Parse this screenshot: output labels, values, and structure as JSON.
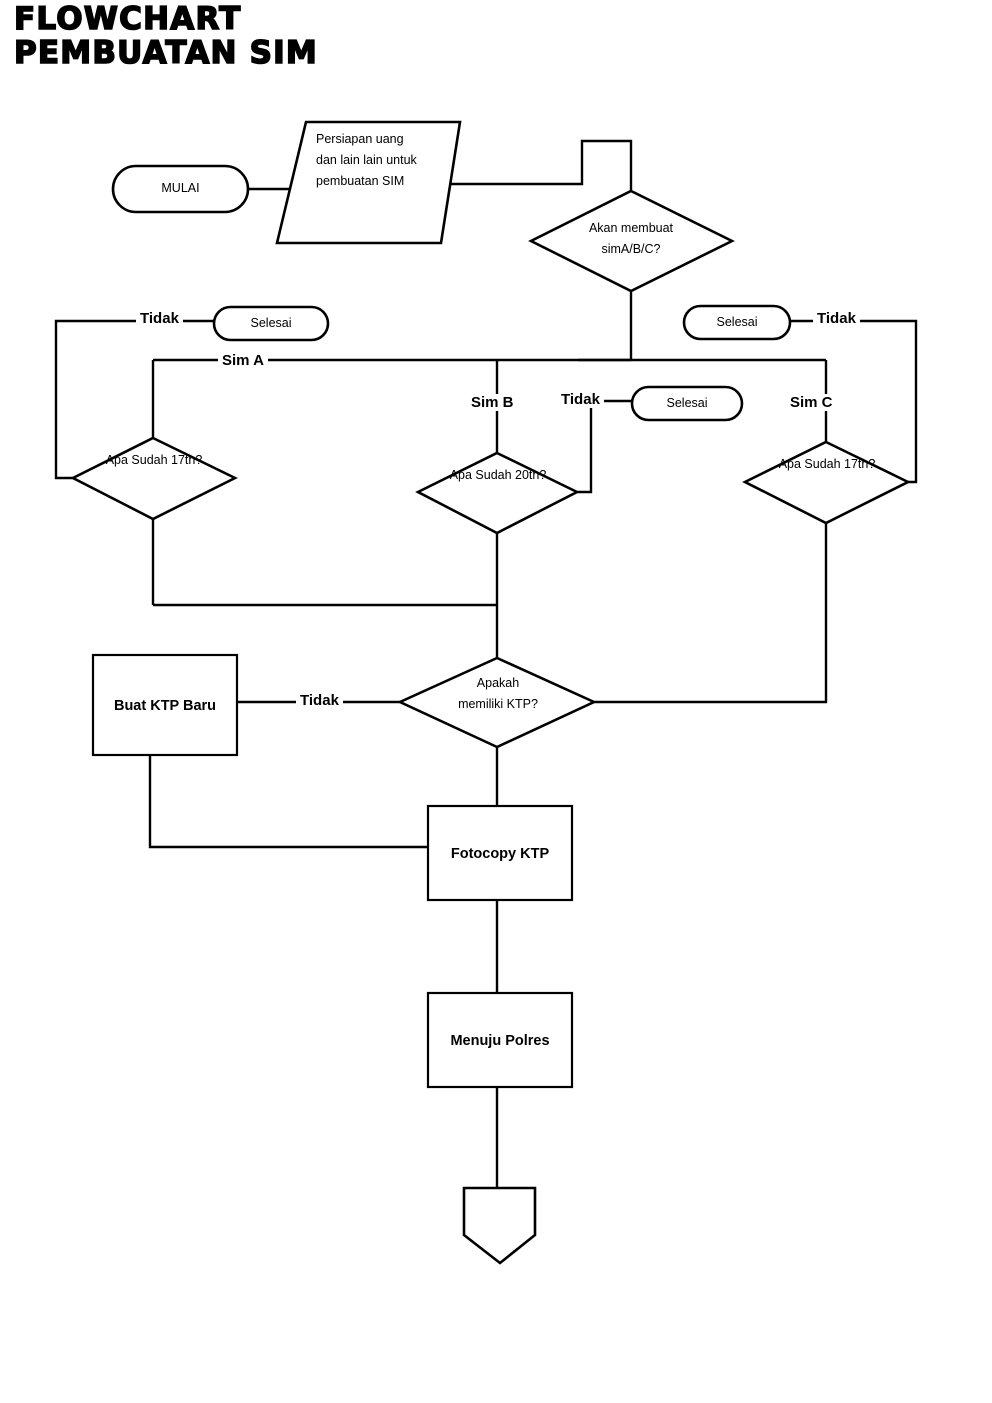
{
  "document": {
    "title_line1": "FLOWCHART",
    "title_line2": "PEMBUATAN SIM",
    "background_color": "#ffffff",
    "line_color": "#000000"
  },
  "nodes": {
    "start": {
      "label": "MULAI",
      "shape": "stadium"
    },
    "prepare": {
      "label": "Persiapan uang dan lain lain untuk pembuatan SIM",
      "shape": "parallelogram"
    },
    "decide_sim_type": {
      "label": "Akan membuat simA/B/C?",
      "shape": "diamond"
    },
    "end_left": {
      "label": "Selesai",
      "shape": "stadium"
    },
    "end_middle": {
      "label": "Selesai",
      "shape": "stadium"
    },
    "end_right": {
      "label": "Selesai",
      "shape": "stadium"
    },
    "age_a": {
      "label": "Apa Sudah 17th?",
      "shape": "diamond"
    },
    "age_b": {
      "label": "Apa Sudah 20th?",
      "shape": "diamond"
    },
    "age_c": {
      "label": "Apa Sudah 17th?",
      "shape": "diamond"
    },
    "decide_ktp": {
      "label": "Apakah memiliki KTP?",
      "shape": "diamond"
    },
    "make_ktp": {
      "label": "Buat KTP Baru",
      "shape": "rectangle"
    },
    "photocopy_ktp": {
      "label": "Fotocopy KTP",
      "shape": "rectangle"
    },
    "go_polres": {
      "label": "Menuju Polres",
      "shape": "rectangle"
    },
    "bottom_connector": {
      "label": "",
      "shape": "pentagon-down"
    }
  },
  "edge_labels": {
    "tidak_left": "Tidak",
    "tidak_right": "Tidak",
    "tidak_middle": "Tidak",
    "tidak_ktp": "Tidak",
    "sim_a": "Sim A",
    "sim_b": "Sim B",
    "sim_c": "Sim C"
  }
}
